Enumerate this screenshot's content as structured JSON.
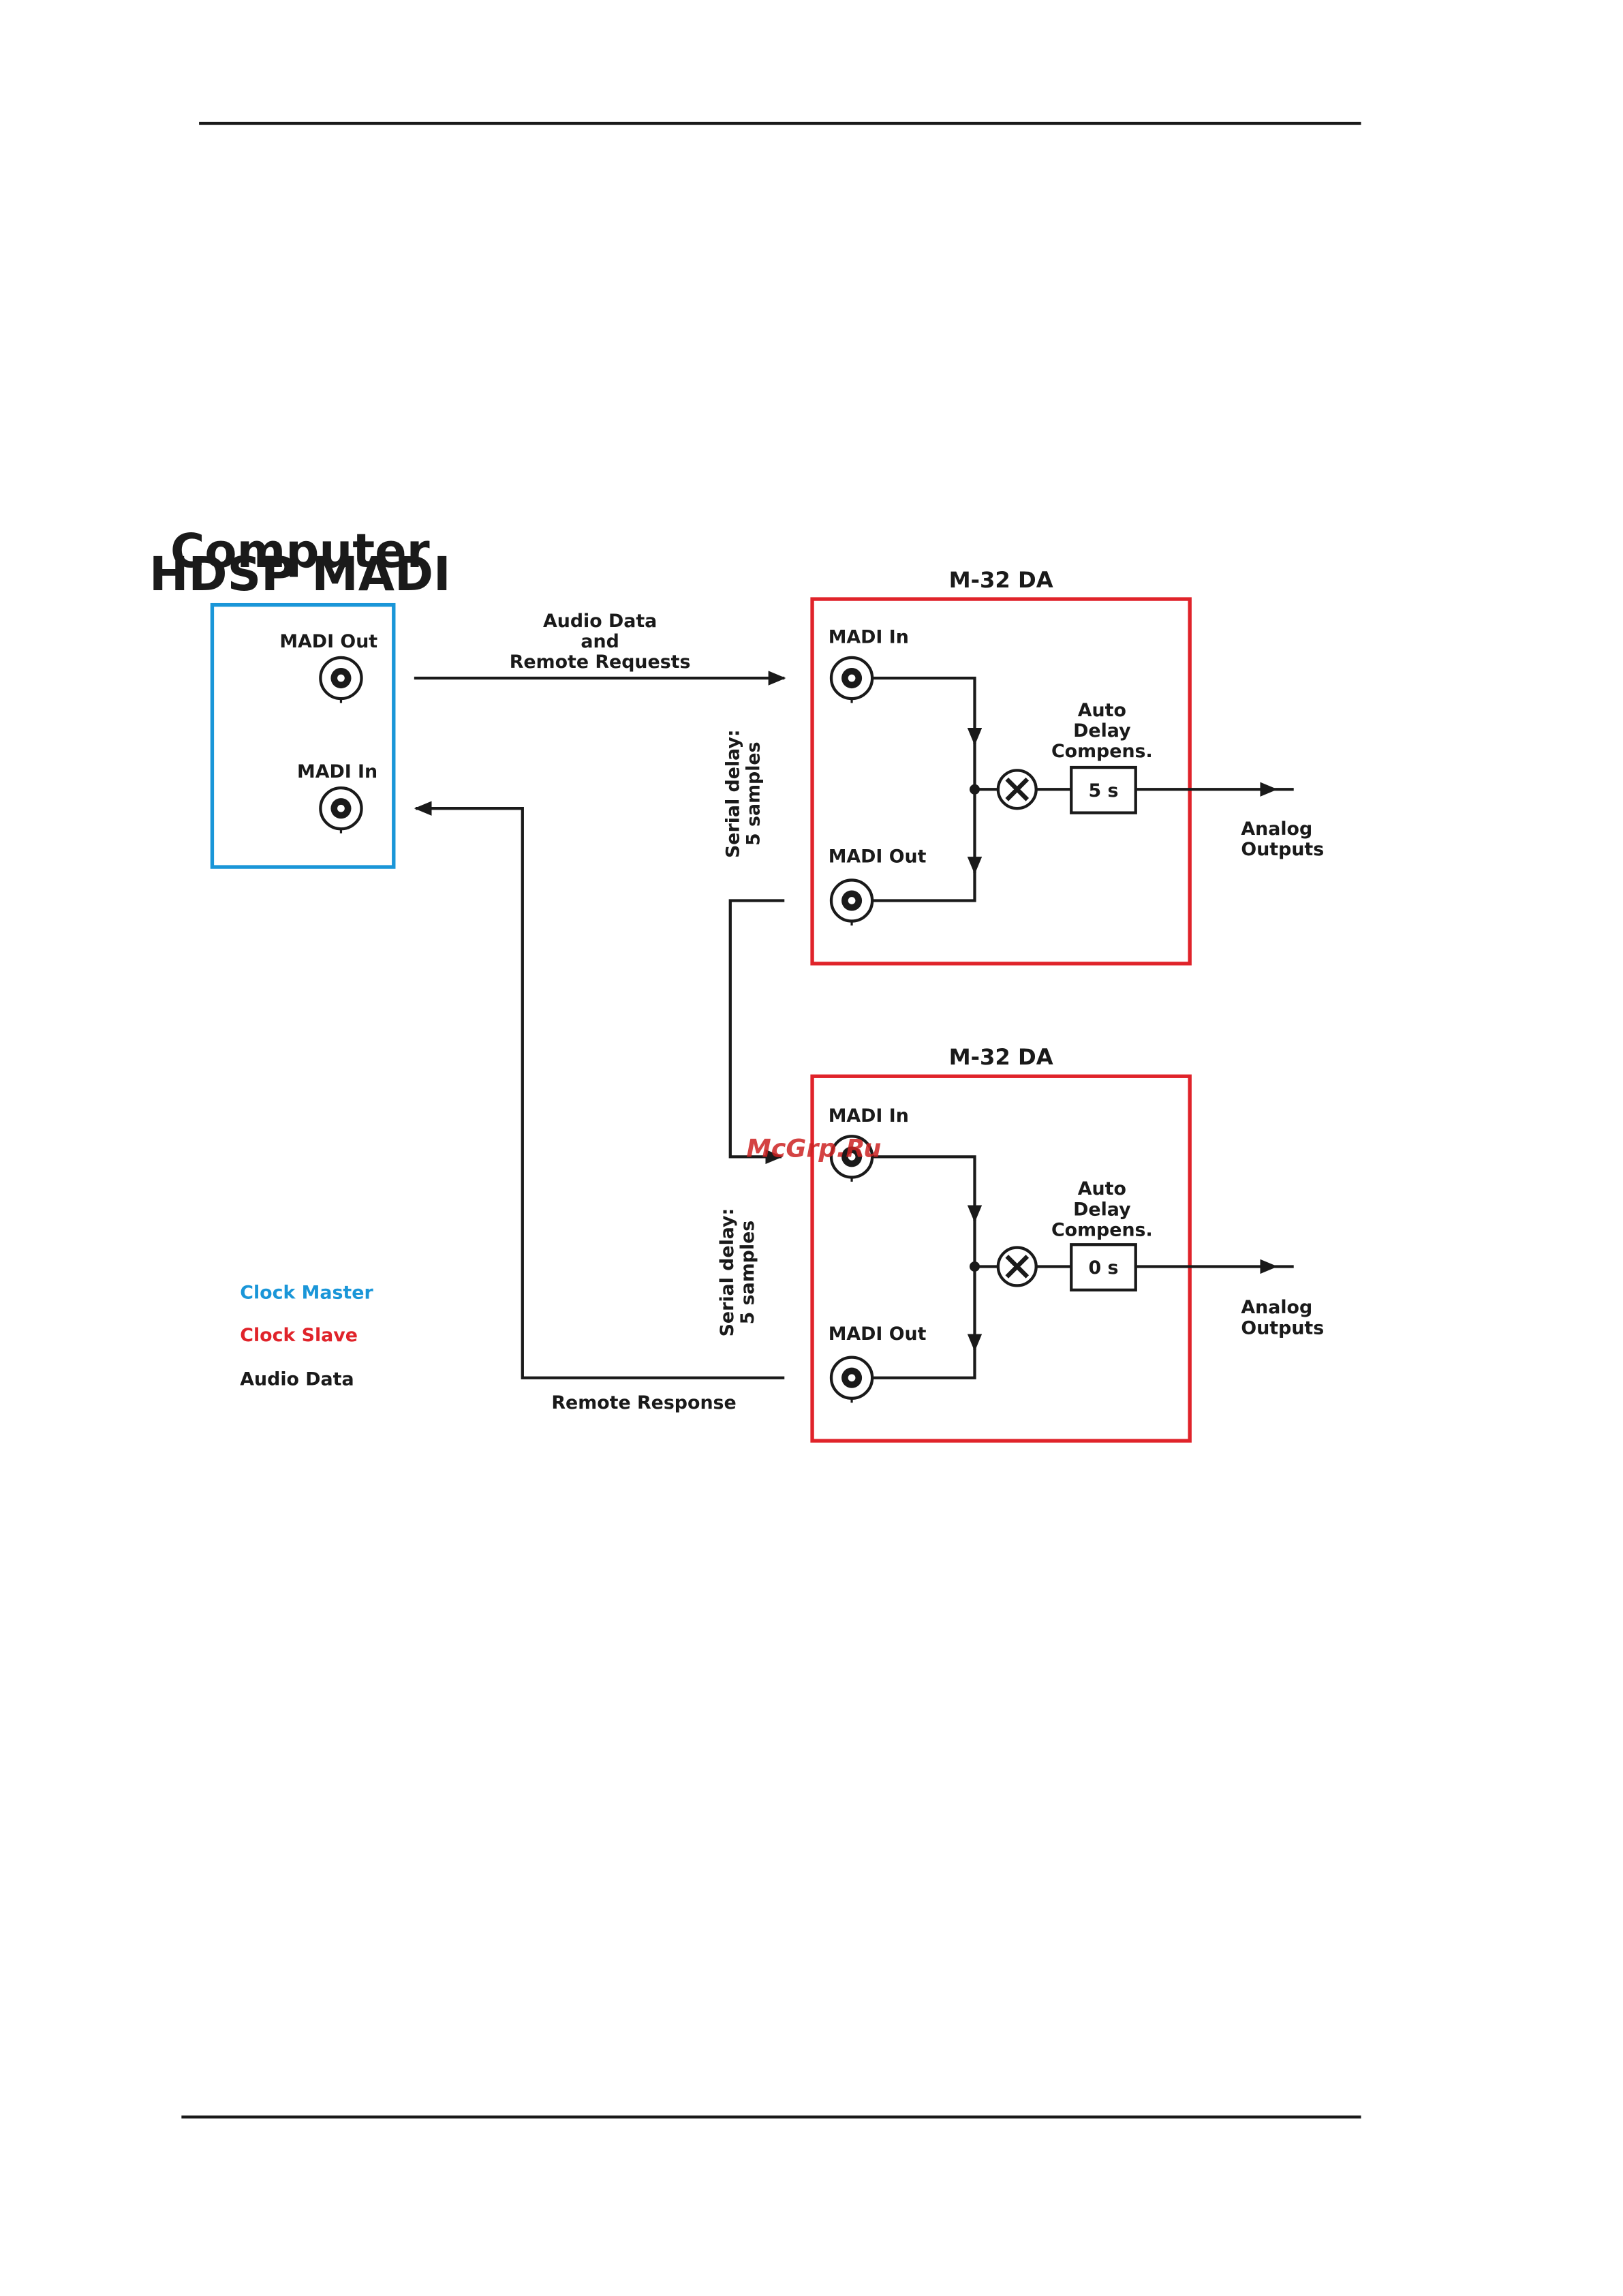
{
  "computer": {
    "title_line1": "Computer",
    "title_line2": "HDSP MADI",
    "madi_out": "MADI Out",
    "madi_in": "MADI In"
  },
  "links": {
    "forward_line1": "Audio Data",
    "forward_line2": "and",
    "forward_line3": "Remote Requests",
    "return_label": "Remote Response",
    "serial_delay_line1": "Serial delay:",
    "serial_delay_line2": "5 samples"
  },
  "units": [
    {
      "title": "M-32 DA",
      "madi_in": "MADI In",
      "madi_out": "MADI Out",
      "comp_line1": "Auto",
      "comp_line2": "Delay",
      "comp_line3": "Compens.",
      "delay_value": "5 s",
      "output_line1": "Analog",
      "output_line2": "Outputs"
    },
    {
      "title": "M-32 DA",
      "madi_in": "MADI In",
      "madi_out": "MADI Out",
      "comp_line1": "Auto",
      "comp_line2": "Delay",
      "comp_line3": "Compens.",
      "delay_value": "0 s",
      "output_line1": "Analog",
      "output_line2": "Outputs"
    }
  ],
  "legend": {
    "clock_master": "Clock Master",
    "clock_slave": "Clock Slave",
    "audio_data": "Audio Data"
  },
  "watermark": "McGrp.Ru",
  "colors": {
    "clock_master": "#1a96d8",
    "clock_slave": "#e0232a",
    "audio_data": "#1a1a1a"
  }
}
